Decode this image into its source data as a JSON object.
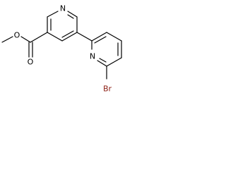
{
  "molecule": {
    "atoms": {
      "methyl_o": "O",
      "carbonyl_o": "O",
      "pyridine_n": "N",
      "bipyridine_n": "N",
      "bromine": "Br"
    },
    "colors": {
      "bond": "#000000",
      "nitrogen": "#000000",
      "oxygen": "#000000",
      "bromine": "#8b1c12"
    }
  }
}
